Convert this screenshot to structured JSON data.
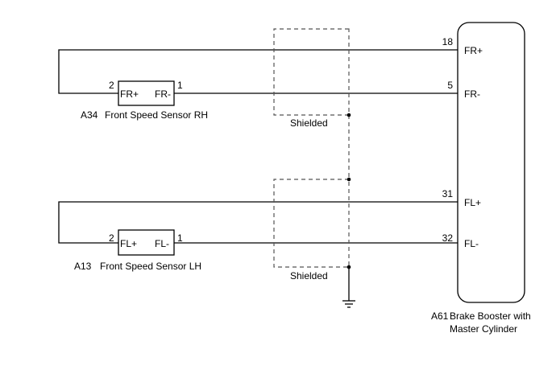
{
  "ecu": {
    "connector": "A61",
    "name_line1": "Brake Booster with",
    "name_line2": "Master Cylinder",
    "terminals": [
      {
        "pin": "18",
        "label": "FR+"
      },
      {
        "pin": "5",
        "label": "FR-"
      },
      {
        "pin": "31",
        "label": "FL+"
      },
      {
        "pin": "32",
        "label": "FL-"
      }
    ]
  },
  "sensors": [
    {
      "connector": "A34",
      "name": "Front Speed Sensor RH",
      "pin_left": "2",
      "pin_right": "1",
      "term_left": "FR+",
      "term_right": "FR-"
    },
    {
      "connector": "A13",
      "name": "Front Speed Sensor LH",
      "pin_left": "2",
      "pin_right": "1",
      "term_left": "FL+",
      "term_right": "FL-"
    }
  ],
  "shields": [
    {
      "label": "Shielded"
    },
    {
      "label": "Shielded"
    }
  ]
}
